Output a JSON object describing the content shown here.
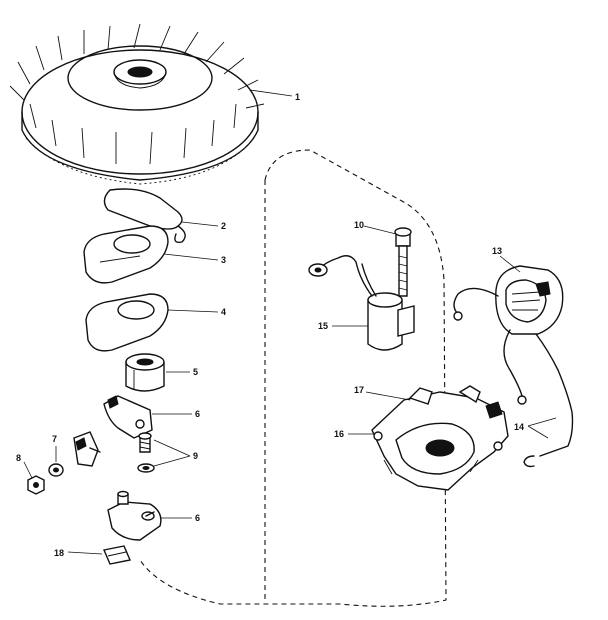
{
  "callouts": [
    {
      "id": "c1",
      "text": "1"
    },
    {
      "id": "c2",
      "text": "2"
    },
    {
      "id": "c3",
      "text": "3"
    },
    {
      "id": "c4",
      "text": "4"
    },
    {
      "id": "c5",
      "text": "5"
    },
    {
      "id": "c6a",
      "text": "6"
    },
    {
      "id": "c7",
      "text": "7"
    },
    {
      "id": "c8",
      "text": "8"
    },
    {
      "id": "c9",
      "text": "9"
    },
    {
      "id": "c6b",
      "text": "6"
    },
    {
      "id": "c18",
      "text": "18"
    },
    {
      "id": "c10",
      "text": "10"
    },
    {
      "id": "c13",
      "text": "13"
    },
    {
      "id": "c15",
      "text": "15"
    },
    {
      "id": "c17",
      "text": "17"
    },
    {
      "id": "c16",
      "text": "16"
    },
    {
      "id": "c14",
      "text": "14"
    }
  ]
}
